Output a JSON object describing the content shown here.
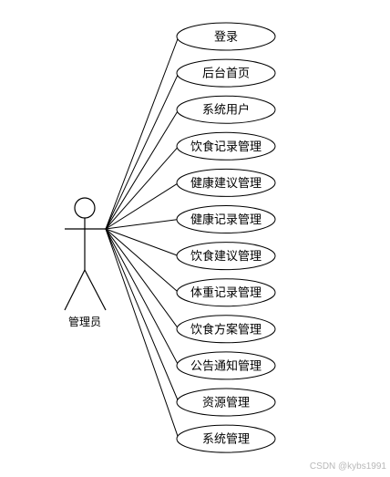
{
  "actor": {
    "label": "管理员"
  },
  "use_cases": [
    {
      "label": "登录"
    },
    {
      "label": "后台首页"
    },
    {
      "label": "系统用户"
    },
    {
      "label": "饮食记录管理"
    },
    {
      "label": "健康建议管理"
    },
    {
      "label": "健康记录管理"
    },
    {
      "label": "饮食建议管理"
    },
    {
      "label": "体重记录管理"
    },
    {
      "label": "饮食方案管理"
    },
    {
      "label": "公告通知管理"
    },
    {
      "label": "资源管理"
    },
    {
      "label": "系统管理"
    }
  ],
  "watermark": "CSDN @kybs1991"
}
